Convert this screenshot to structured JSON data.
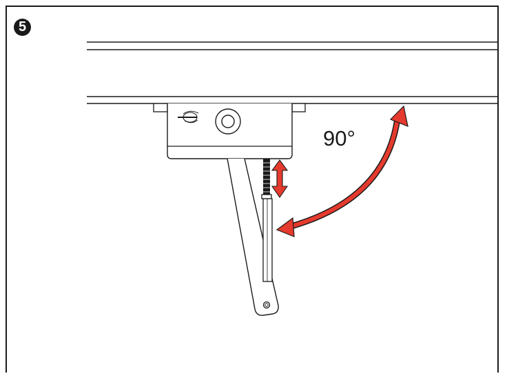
{
  "step": {
    "number": "5"
  },
  "annotation": {
    "angle_label": "90°"
  },
  "colors": {
    "line": "#1a1a1a",
    "arrow": "#e53a2e",
    "frame": "#1a1a1a"
  },
  "icons": {
    "step_badge": "circled-number",
    "logo": "brand-logo",
    "adjust_arrow": "double-headed-arrow",
    "angle_arrow": "curved-double-headed-arrow"
  }
}
